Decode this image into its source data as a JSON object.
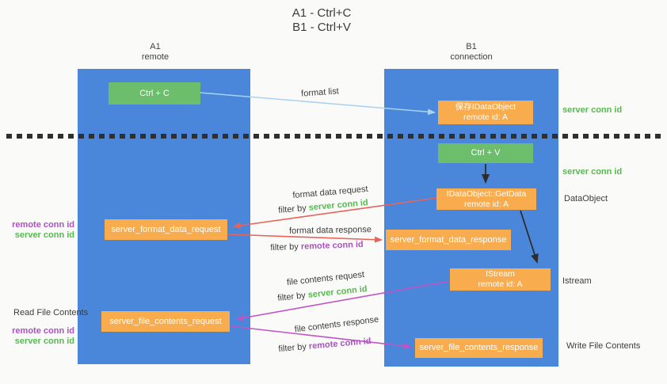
{
  "title": {
    "line1": "A1 - Ctrl+C",
    "line2": "B1 - Ctrl+V"
  },
  "lanes": {
    "a": {
      "id": "A1",
      "role": "remote"
    },
    "b": {
      "id": "B1",
      "role": "connection"
    }
  },
  "boxes": {
    "ctrl_c": "Ctrl + C",
    "ctrl_v": "Ctrl + V",
    "save_idataobject": {
      "line1": "保存IDataObject",
      "line2": "remote id: A"
    },
    "getdata": {
      "line1": "IDataObject::GetData",
      "line2": "remote id: A"
    },
    "istream": {
      "line1": "IStream",
      "line2": "remote id: A"
    },
    "server_format_data_request": "server_format_data_request",
    "server_format_data_response": "server_format_data_response",
    "server_file_contents_request": "server_file_contents_request",
    "server_file_contents_response": "server_file_contents_response"
  },
  "flow_labels": {
    "format_list": "format list",
    "format_data_request": "format data request",
    "format_data_response": "format data response",
    "file_contents_request": "file contents request",
    "file_contents_response": "file contents response",
    "filter_by": "filter by ",
    "server_conn_id": "server conn id",
    "remote_conn_id": "remote conn id"
  },
  "side_labels": {
    "right": {
      "server_conn_id_1": "server conn id",
      "server_conn_id_2": "server conn id",
      "dataobject": "DataObject",
      "istream": "Istream",
      "write_file_contents": "Write File Contents"
    },
    "left": {
      "remote_conn_id_1": "remote conn id",
      "server_conn_id_1": "server conn id",
      "read_file_contents": "Read File Contents",
      "remote_conn_id_2": "remote conn id",
      "server_conn_id_2": "server conn id"
    }
  },
  "colors": {
    "lane_blue": "#4a86d9",
    "box_green": "#6cbe6c",
    "box_orange": "#f8ac4d",
    "text_green": "#55ba4e",
    "text_purple": "#ab52c2",
    "arrow_red": "#e9635a",
    "arrow_magenta": "#bf55c4",
    "arrow_blue": "#a9d2f2",
    "arrow_black": "#2d2d2d"
  }
}
